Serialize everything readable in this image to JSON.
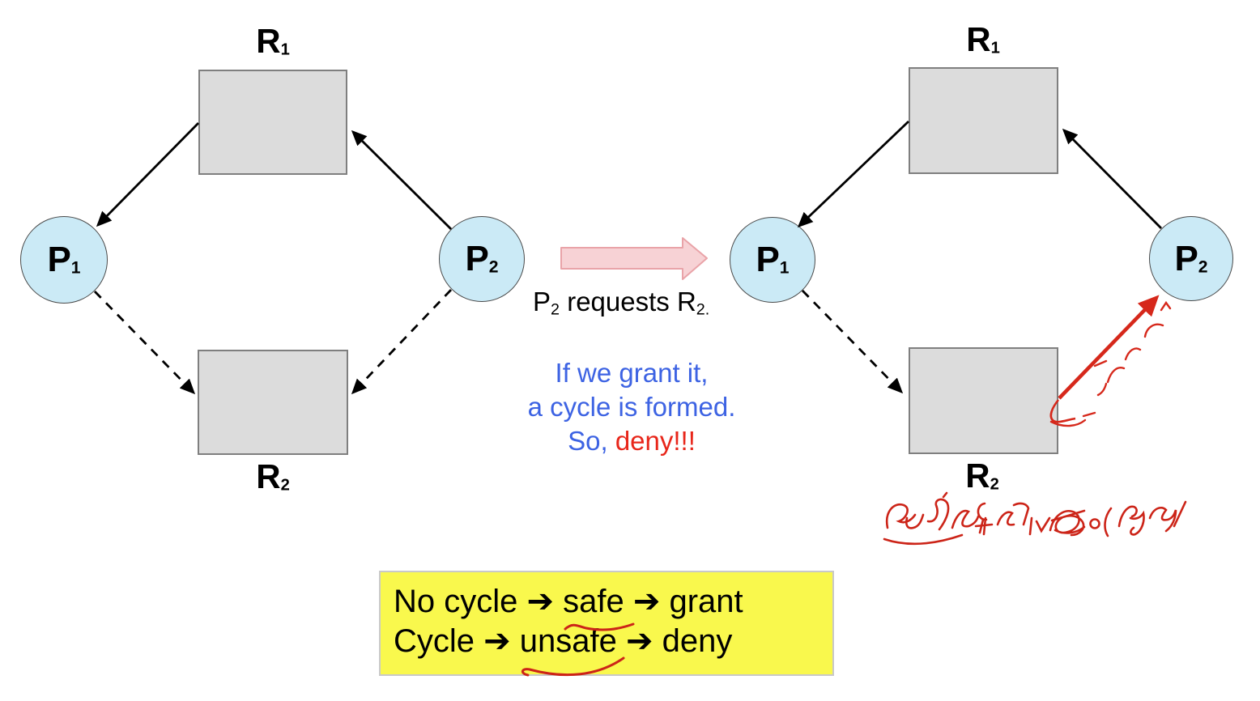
{
  "left_graph": {
    "r1": {
      "main": "R",
      "sub": "1"
    },
    "r2": {
      "main": "R",
      "sub": "2"
    },
    "p1": {
      "main": "P",
      "sub": "1"
    },
    "p2": {
      "main": "P",
      "sub": "2"
    },
    "edges": [
      {
        "from": "R1",
        "to": "P1",
        "style": "solid"
      },
      {
        "from": "P2",
        "to": "R1",
        "style": "solid"
      },
      {
        "from": "P1",
        "to": "R2",
        "style": "dashed"
      },
      {
        "from": "P2",
        "to": "R2",
        "style": "dashed"
      }
    ]
  },
  "right_graph": {
    "r1": {
      "main": "R",
      "sub": "1"
    },
    "r2": {
      "main": "R",
      "sub": "2"
    },
    "p1": {
      "main": "P",
      "sub": "1"
    },
    "p2": {
      "main": "P",
      "sub": "2"
    },
    "edges": [
      {
        "from": "R1",
        "to": "P1",
        "style": "solid"
      },
      {
        "from": "P2",
        "to": "R1",
        "style": "solid"
      },
      {
        "from": "P1",
        "to": "R2",
        "style": "dashed"
      },
      {
        "from": "R2",
        "to": "P2",
        "style": "hand-drawn-red"
      }
    ],
    "handwriting": {
      "legible": false,
      "color": "#cc2418"
    }
  },
  "transition": {
    "caption_p": "P",
    "caption_p_sub": "2",
    "caption_mid": " requests ",
    "caption_r": "R",
    "caption_r_sub": "2."
  },
  "note": {
    "line1": "If we grant it,",
    "line2": "a cycle is formed.",
    "line3_prefix": "So, ",
    "line3_red": "deny!!!"
  },
  "summary": {
    "line1": "No cycle ➔ safe ➔ grant",
    "line2": "Cycle ➔ unsafe ➔ deny",
    "underlined_words": [
      "safe",
      "unsafe"
    ]
  },
  "colors": {
    "process_fill": "#cbeaf6",
    "resource_fill": "#dcdcdc",
    "edge_black": "#000000",
    "annotation_red": "#d6281b",
    "note_blue": "#3d63e3",
    "deny_red": "#e8261a",
    "transition_fill": "#f7d2d5",
    "transition_border": "#e9a3a8",
    "summary_fill": "#f9f84d"
  }
}
